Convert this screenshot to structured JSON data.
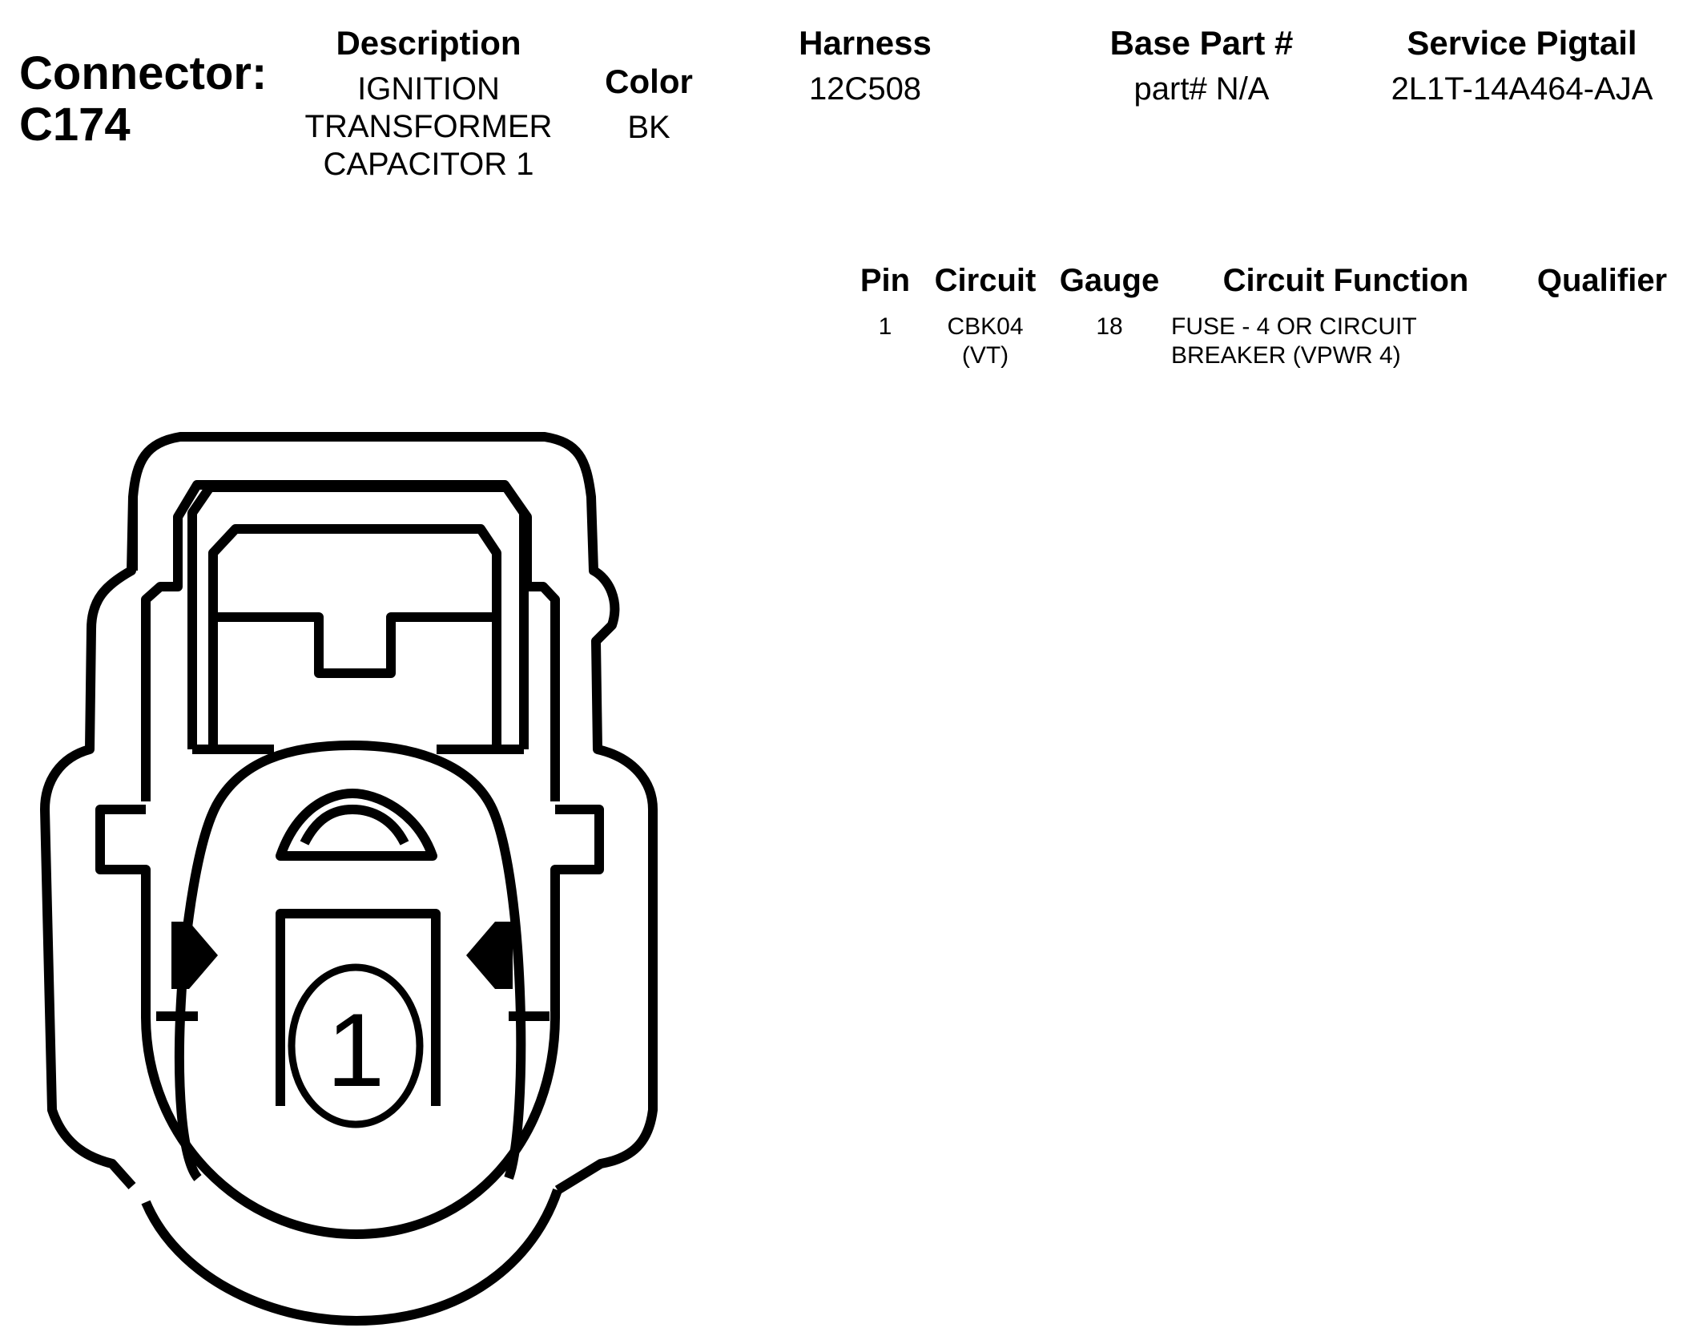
{
  "connector": {
    "label": "Connector:",
    "id": "C174"
  },
  "headers": {
    "description": "Description",
    "color": "Color",
    "harness": "Harness",
    "base_part": "Base Part #",
    "service_pigtail": "Service Pigtail"
  },
  "values": {
    "description": [
      "IGNITION",
      "TRANSFORMER",
      "CAPACITOR 1"
    ],
    "color": "BK",
    "harness": "12C508",
    "base_part": "part# N/A",
    "service_pigtail": "2L1T-14A464-AJA"
  },
  "pin_table": {
    "columns": {
      "pin": "Pin",
      "circuit": "Circuit",
      "gauge": "Gauge",
      "circuit_function": "Circuit Function",
      "qualifier": "Qualifier"
    },
    "rows": [
      {
        "pin": "1",
        "circuit": [
          "CBK04",
          "(VT)"
        ],
        "gauge": "18",
        "circuit_function": [
          "FUSE - 4 OR CIRCUIT",
          "BREAKER (VPWR 4)"
        ],
        "qualifier": ""
      }
    ]
  },
  "diagram": {
    "pin_label": "1"
  }
}
